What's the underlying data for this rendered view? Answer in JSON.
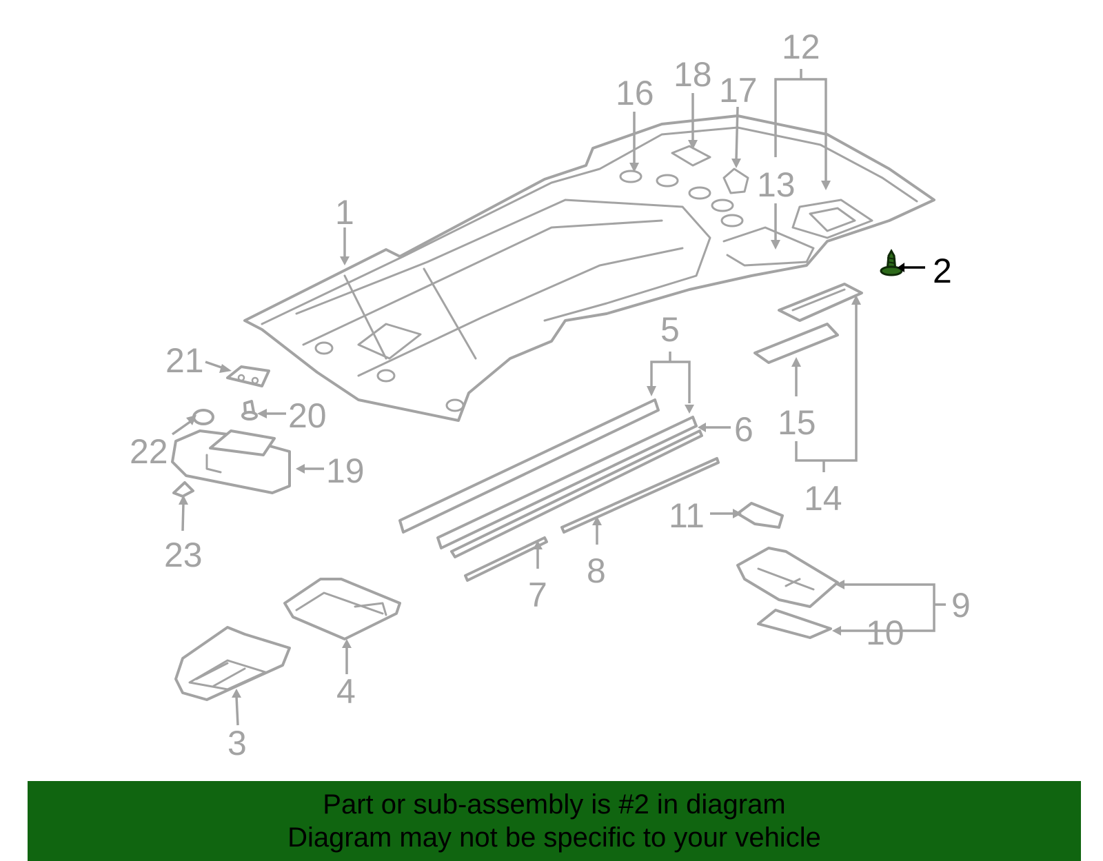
{
  "diagram": {
    "highlighted_part": "2",
    "highlight_color": "#2d6a1a",
    "part_color": "#a3a3a3",
    "callouts": [
      "1",
      "2",
      "3",
      "4",
      "5",
      "6",
      "7",
      "8",
      "9",
      "10",
      "11",
      "12",
      "13",
      "14",
      "15",
      "16",
      "17",
      "18",
      "19",
      "20",
      "21",
      "22",
      "23"
    ]
  },
  "banner": {
    "background": "#106510",
    "line1": "Part or sub-assembly is #2 in diagram",
    "line2": "Diagram may not be specific to your vehicle"
  }
}
